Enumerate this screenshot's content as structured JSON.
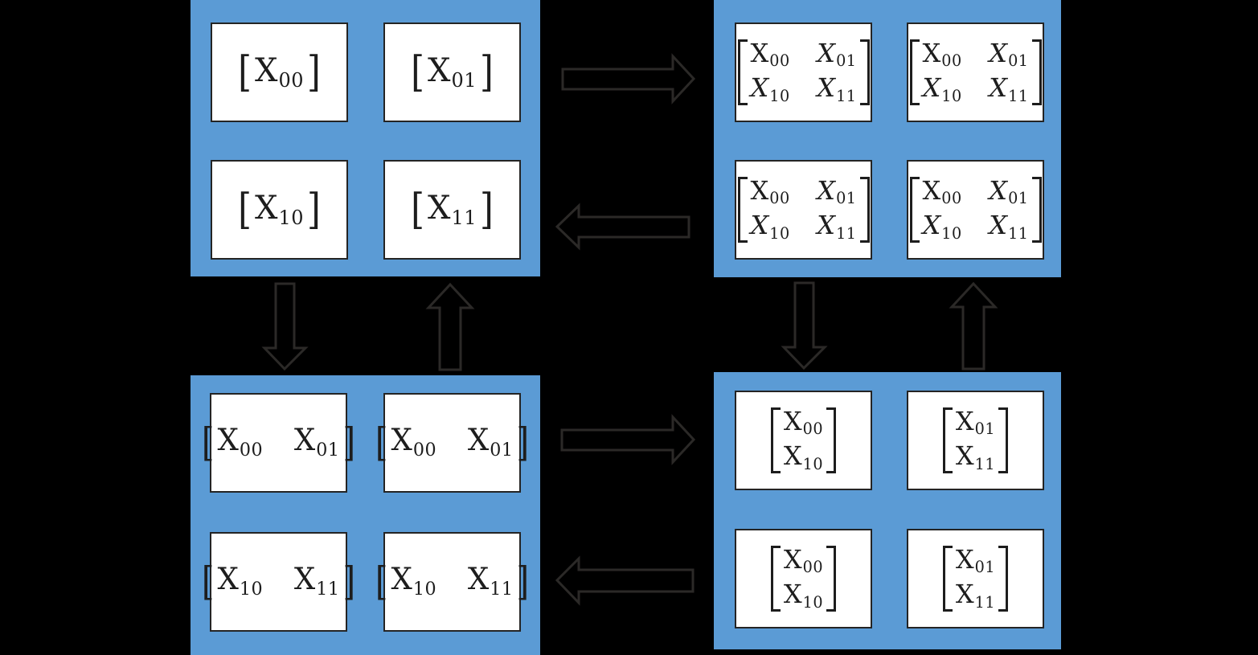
{
  "colors": {
    "background": "#000000",
    "panel_blue": "#5B9BD5",
    "box_fill": "#FFFFFF",
    "box_border": "#242424",
    "arrow_outline": "#2B2927",
    "text": "#1D1D1D"
  },
  "panels": {
    "top_left": {
      "id": "top-left",
      "description": "four boxes each holding one scalar block",
      "cells": [
        {
          "bracket": "inline",
          "rows": [
            [
              {
                "base": "X",
                "sub": "00",
                "italic": false
              }
            ]
          ]
        },
        {
          "bracket": "inline",
          "rows": [
            [
              {
                "base": "X",
                "sub": "01",
                "italic": false
              }
            ]
          ]
        },
        {
          "bracket": "inline",
          "rows": [
            [
              {
                "base": "X",
                "sub": "10",
                "italic": false
              }
            ]
          ]
        },
        {
          "bracket": "inline",
          "rows": [
            [
              {
                "base": "X",
                "sub": "11",
                "italic": false
              }
            ]
          ]
        }
      ]
    },
    "top_right": {
      "id": "top-right",
      "description": "four boxes each holding the full 2x2 matrix",
      "cells": [
        {
          "bracket": "tall",
          "rows": [
            [
              {
                "base": "X",
                "sub": "00",
                "italic": false
              },
              {
                "base": "X",
                "sub": "01",
                "italic": true
              }
            ],
            [
              {
                "base": "X",
                "sub": "10",
                "italic": true
              },
              {
                "base": "X",
                "sub": "11",
                "italic": true
              }
            ]
          ]
        },
        {
          "bracket": "tall",
          "rows": [
            [
              {
                "base": "X",
                "sub": "00",
                "italic": false
              },
              {
                "base": "X",
                "sub": "01",
                "italic": true
              }
            ],
            [
              {
                "base": "X",
                "sub": "10",
                "italic": true
              },
              {
                "base": "X",
                "sub": "11",
                "italic": true
              }
            ]
          ]
        },
        {
          "bracket": "tall",
          "rows": [
            [
              {
                "base": "X",
                "sub": "00",
                "italic": false
              },
              {
                "base": "X",
                "sub": "01",
                "italic": true
              }
            ],
            [
              {
                "base": "X",
                "sub": "10",
                "italic": true
              },
              {
                "base": "X",
                "sub": "11",
                "italic": true
              }
            ]
          ]
        },
        {
          "bracket": "tall",
          "rows": [
            [
              {
                "base": "X",
                "sub": "00",
                "italic": false
              },
              {
                "base": "X",
                "sub": "01",
                "italic": true
              }
            ],
            [
              {
                "base": "X",
                "sub": "10",
                "italic": true
              },
              {
                "base": "X",
                "sub": "11",
                "italic": true
              }
            ]
          ]
        }
      ]
    },
    "bottom_left": {
      "id": "bottom-left",
      "description": "four boxes holding row vectors",
      "cells": [
        {
          "bracket": "inline",
          "rows": [
            [
              {
                "base": "X",
                "sub": "00",
                "italic": false
              },
              {
                "base": "X",
                "sub": "01",
                "italic": false
              }
            ]
          ]
        },
        {
          "bracket": "inline",
          "rows": [
            [
              {
                "base": "X",
                "sub": "00",
                "italic": false
              },
              {
                "base": "X",
                "sub": "01",
                "italic": false
              }
            ]
          ]
        },
        {
          "bracket": "inline",
          "rows": [
            [
              {
                "base": "X",
                "sub": "10",
                "italic": false
              },
              {
                "base": "X",
                "sub": "11",
                "italic": false
              }
            ]
          ]
        },
        {
          "bracket": "inline",
          "rows": [
            [
              {
                "base": "X",
                "sub": "10",
                "italic": false
              },
              {
                "base": "X",
                "sub": "11",
                "italic": false
              }
            ]
          ]
        }
      ]
    },
    "bottom_right": {
      "id": "bottom-right",
      "description": "four boxes holding column vectors",
      "cells": [
        {
          "bracket": "tall",
          "rows": [
            [
              {
                "base": "X",
                "sub": "00",
                "italic": false
              }
            ],
            [
              {
                "base": "X",
                "sub": "10",
                "italic": false
              }
            ]
          ]
        },
        {
          "bracket": "tall",
          "rows": [
            [
              {
                "base": "X",
                "sub": "01",
                "italic": false
              }
            ],
            [
              {
                "base": "X",
                "sub": "11",
                "italic": false
              }
            ]
          ]
        },
        {
          "bracket": "tall",
          "rows": [
            [
              {
                "base": "X",
                "sub": "00",
                "italic": false
              }
            ],
            [
              {
                "base": "X",
                "sub": "10",
                "italic": false
              }
            ]
          ]
        },
        {
          "bracket": "tall",
          "rows": [
            [
              {
                "base": "X",
                "sub": "01",
                "italic": false
              }
            ],
            [
              {
                "base": "X",
                "sub": "11",
                "italic": false
              }
            ]
          ]
        }
      ]
    }
  },
  "arrows": [
    {
      "name": "arrow-top-right",
      "direction": "right",
      "from": "top-left",
      "to": "top-right"
    },
    {
      "name": "arrow-top-left",
      "direction": "left",
      "from": "top-right",
      "to": "top-left"
    },
    {
      "name": "arrow-left-down",
      "direction": "down",
      "from": "top-left",
      "to": "bottom-left"
    },
    {
      "name": "arrow-left-up",
      "direction": "up",
      "from": "bottom-left",
      "to": "top-left"
    },
    {
      "name": "arrow-right-down",
      "direction": "down",
      "from": "top-right",
      "to": "bottom-right"
    },
    {
      "name": "arrow-right-up",
      "direction": "up",
      "from": "bottom-right",
      "to": "top-right"
    },
    {
      "name": "arrow-bottom-right",
      "direction": "right",
      "from": "bottom-left",
      "to": "bottom-right"
    },
    {
      "name": "arrow-bottom-left",
      "direction": "left",
      "from": "bottom-right",
      "to": "bottom-left"
    }
  ]
}
